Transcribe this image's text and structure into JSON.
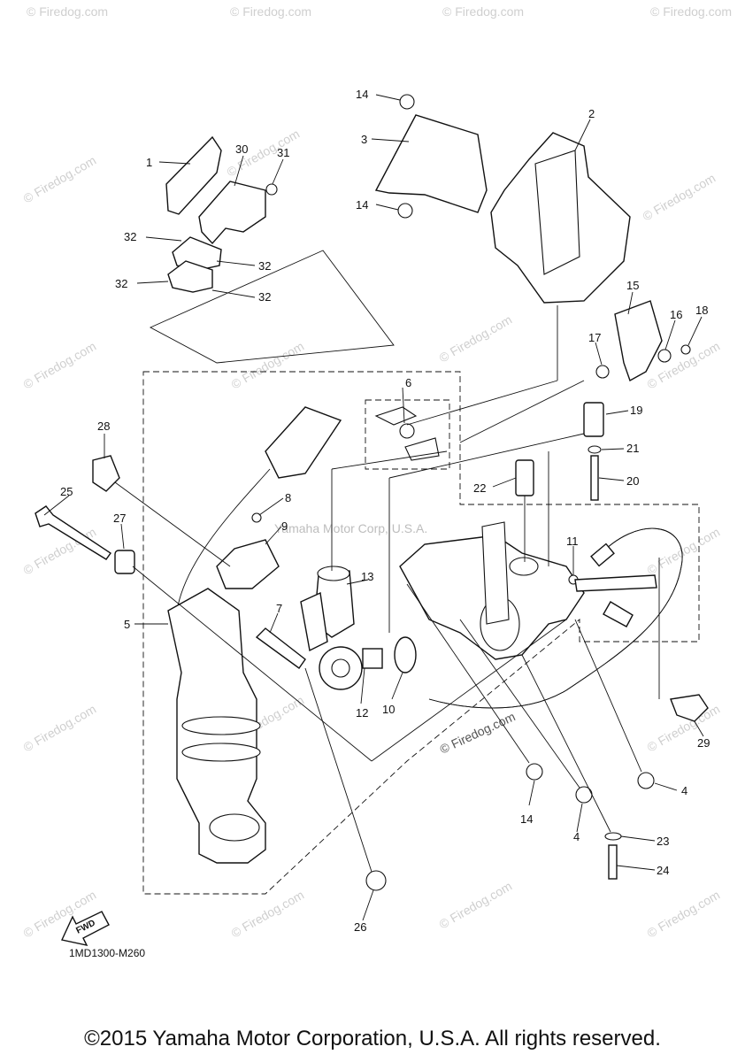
{
  "diagram": {
    "code": "1MD1300-M260",
    "fwd_label": "FWD",
    "watermark": "© Firedog.com",
    "center_watermark": "Yamaha Motor Corp, U.S.A.",
    "copyright": "©2015 Yamaha Motor Corporation, U.S.A. All rights reserved.",
    "callouts": [
      "1",
      "2",
      "3",
      "4",
      "5",
      "6",
      "7",
      "8",
      "9",
      "10",
      "11",
      "12",
      "13",
      "14",
      "15",
      "16",
      "17",
      "18",
      "19",
      "20",
      "21",
      "22",
      "23",
      "24",
      "25",
      "26",
      "27",
      "28",
      "29",
      "30",
      "31",
      "32"
    ]
  }
}
